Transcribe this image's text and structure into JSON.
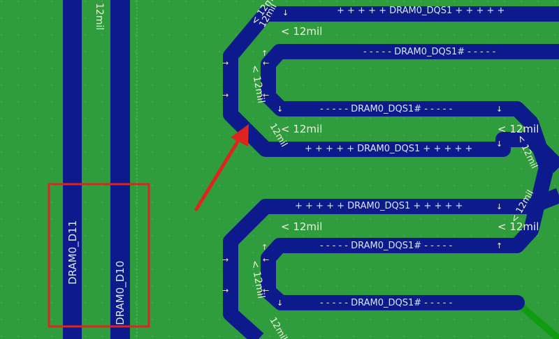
{
  "colors": {
    "board": "#2f9c3d",
    "trace": "#0d1a8c",
    "trace_edge": "#1a2aa8",
    "label": "#d6e6f5",
    "annot": "#f2f2e0",
    "marker": "#e0231d",
    "wire_green": "#109c10",
    "grid_dot": "#54b35c"
  },
  "nets": {
    "d11": "DRAM0_D11",
    "d10": "DRAM0_D10",
    "dqs1_p": "+ + + + +  DRAM0_DQS1  + + + + +",
    "dqs1_n": "- - - - -  DRAM0_DQS1#  - - - - -"
  },
  "constraints": {
    "top_vertical": "12mil",
    "spacing": "< 12mil",
    "rotated_spacing": "< 12mil",
    "overlap_a": "12mil",
    "overlap_b": "12mil",
    "overlap_c": "12mil"
  },
  "glyphs": {
    "arrow_up": "↑",
    "arrow_down": "↓",
    "arrow_right": "→",
    "arrow_left": "←"
  }
}
